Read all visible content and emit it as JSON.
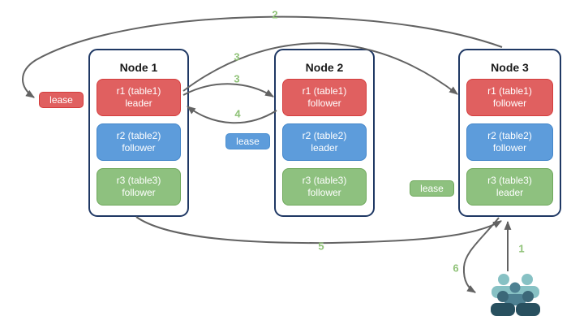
{
  "diagram": {
    "nodes": [
      {
        "title": "Node 1",
        "replicas": [
          {
            "name": "r1 (table1)",
            "role": "leader",
            "color": "red"
          },
          {
            "name": "r2 (table2)",
            "role": "follower",
            "color": "blue"
          },
          {
            "name": "r3 (table3)",
            "role": "follower",
            "color": "green"
          }
        ]
      },
      {
        "title": "Node 2",
        "replicas": [
          {
            "name": "r1 (table1)",
            "role": "follower",
            "color": "red"
          },
          {
            "name": "r2 (table2)",
            "role": "leader",
            "color": "blue"
          },
          {
            "name": "r3 (table3)",
            "role": "follower",
            "color": "green"
          }
        ]
      },
      {
        "title": "Node 3",
        "replicas": [
          {
            "name": "r1 (table1)",
            "role": "follower",
            "color": "red"
          },
          {
            "name": "r2 (table2)",
            "role": "follower",
            "color": "blue"
          },
          {
            "name": "r3 (table3)",
            "role": "leader",
            "color": "green"
          }
        ]
      }
    ],
    "leases": [
      {
        "text": "lease",
        "variant": "red",
        "near": "Node 1 r1 leader"
      },
      {
        "text": "lease",
        "variant": "blue",
        "near": "Node 2 r2 leader"
      },
      {
        "text": "lease",
        "variant": "green",
        "near": "Node 3 r3 leader"
      }
    ],
    "steps": [
      "1",
      "2",
      "3",
      "3",
      "4",
      "5",
      "6"
    ],
    "edges": [
      {
        "step": "1",
        "from": "clients",
        "to": "Node 3 (bottom)"
      },
      {
        "step": "2",
        "from": "Node 3 (top)",
        "to": "lease label at Node 1 r1 leader"
      },
      {
        "step": "3",
        "from": "Node 1 r1 leader",
        "to": "Node 2 r1 follower"
      },
      {
        "step": "3",
        "from": "Node 1 r1 leader",
        "to": "Node 3 r1 follower"
      },
      {
        "step": "4",
        "from": "Node 2 r1 follower",
        "to": "Node 1 r1 leader"
      },
      {
        "step": "5",
        "from": "Node 1 (bottom)",
        "to": "Node 3 (bottom)"
      },
      {
        "step": "6",
        "from": "Node 3 (bottom)",
        "to": "clients"
      }
    ],
    "users_icon": "users-group-icon"
  },
  "colors": {
    "replica_red": "#e06060",
    "replica_red_border": "#d43d3d",
    "replica_blue": "#5d9cdb",
    "replica_blue_border": "#4486c9",
    "replica_green": "#8ec17f",
    "replica_green_border": "#6fa85c",
    "node_border": "#1f3864",
    "arrow_gray": "#636363",
    "step_number_green": "#8fc277",
    "users_light_teal": "#87c1c4",
    "users_medium_teal": "#4e8192",
    "users_dark_head": "#3c6878",
    "users_dark_body": "#28505f",
    "background": "#ffffff"
  }
}
